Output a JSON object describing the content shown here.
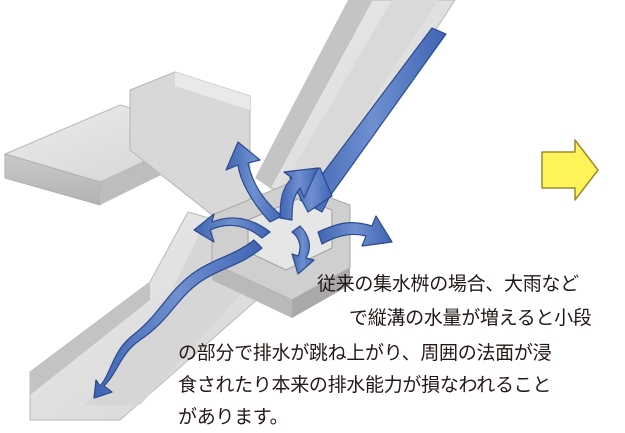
{
  "colors": {
    "concrete_light": "#e2e2e2",
    "concrete_mid": "#c8c8c8",
    "concrete_dark": "#a9a9a9",
    "water_blue": "#5b7fc4",
    "water_blue_light": "#9fb6e3",
    "arrow_yellow": "#fff35a",
    "arrow_outline": "#a08a2a"
  },
  "icons": {
    "next": "right-arrow-icon"
  },
  "caption": {
    "line1": "従来の集水桝の場合、大雨など",
    "line2": "で縦溝の水量が増えると小段",
    "line3": "の部分で排水が跳ね上がり、周囲の法面が浸",
    "line4": "食されたり本来の排水能力が損なわれること",
    "line5": "があります。"
  }
}
